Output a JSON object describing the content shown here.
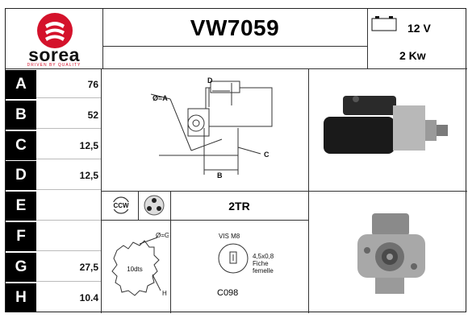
{
  "brand": {
    "name": "sorea",
    "tagline": "DRIVEN BY QUALITY",
    "accent": "#d4122b"
  },
  "header": {
    "ref": "VW7059",
    "voltage": "12 V",
    "power": "2 Kw"
  },
  "rows": [
    {
      "letter": "A",
      "value": "76"
    },
    {
      "letter": "B",
      "value": "52"
    },
    {
      "letter": "C",
      "value": "12,5"
    },
    {
      "letter": "D",
      "value": "12,5"
    },
    {
      "letter": "E",
      "value": ""
    },
    {
      "letter": "F",
      "value": ""
    },
    {
      "letter": "G",
      "value": "27,5"
    },
    {
      "letter": "H",
      "value": "10.4"
    }
  ],
  "diagram": {
    "label_a": "Ø=A",
    "label_b": "B",
    "label_c": "C",
    "label_d": "D"
  },
  "rotation": {
    "label": "CCW"
  },
  "mount": {
    "label": "2TR"
  },
  "pinion": {
    "g_label": "Ø=G",
    "teeth": "10dts",
    "h_label": "H"
  },
  "terminal": {
    "title": "VIS M8",
    "spec1": "4,5x0,8",
    "spec2": "Fiche",
    "spec3": "femelle",
    "code": "C098"
  },
  "icons": {
    "battery": "battery-icon",
    "rotation": "ccw-arrow-icon",
    "mount": "two-hole-flange-icon"
  }
}
